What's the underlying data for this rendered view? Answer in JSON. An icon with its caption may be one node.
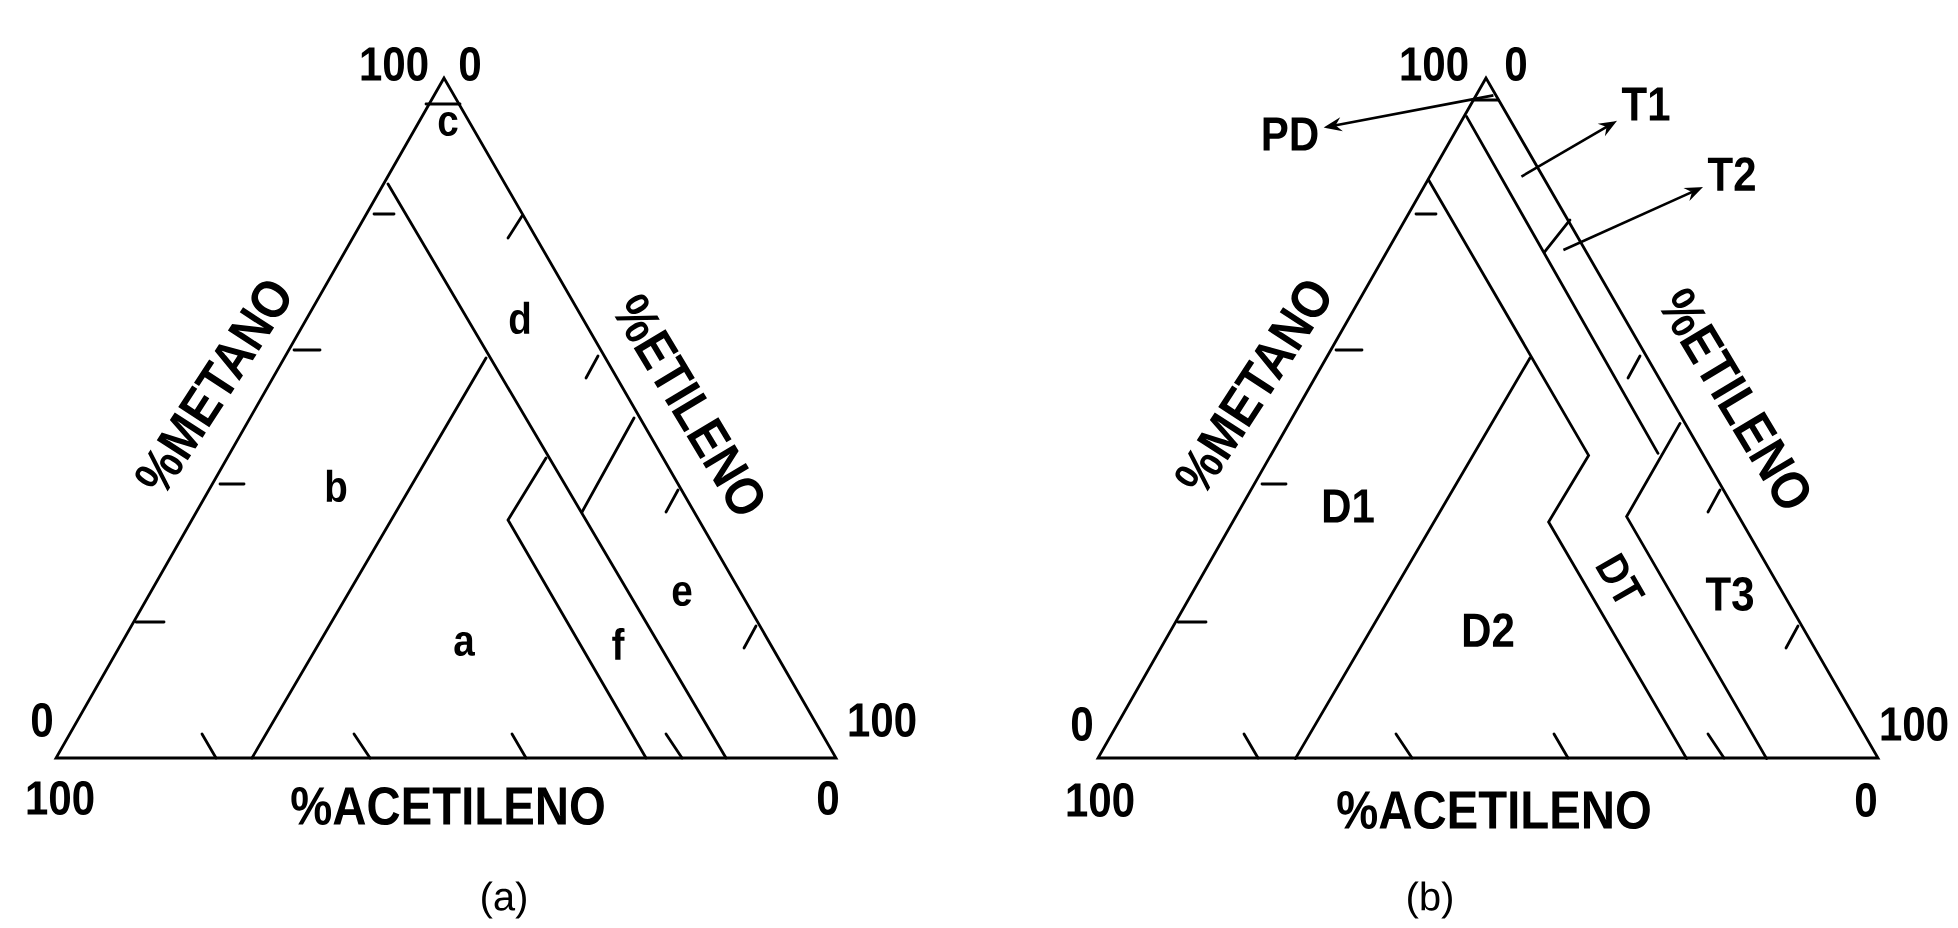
{
  "diagram": {
    "nodes": [
      {
        "text": [
          "PD"
        ]
      },
      {
        "text": [
          "T1"
        ]
      },
      {
        "text": [
          "T2"
        ]
      }
    ],
    "edges": [
      {
        "from": null,
        "to": 0,
        "arrow": "to"
      },
      {
        "from": null,
        "to": 1,
        "arrow": "to"
      },
      {
        "from": null,
        "to": 2,
        "arrow": "to"
      }
    ],
    "labels": [
      "100",
      "0",
      "c",
      "d",
      "%METANO",
      "%ETILENO",
      "b",
      "a",
      "f",
      "e",
      "0",
      "100",
      "100",
      "%ACETILENO",
      "0",
      "(a)",
      "100",
      "0",
      "%METANO",
      "%ETILENO",
      "D1",
      "DT",
      "T3",
      "D2",
      "0",
      "100",
      "100",
      "%ACETILENO",
      "0",
      "(b)"
    ]
  }
}
